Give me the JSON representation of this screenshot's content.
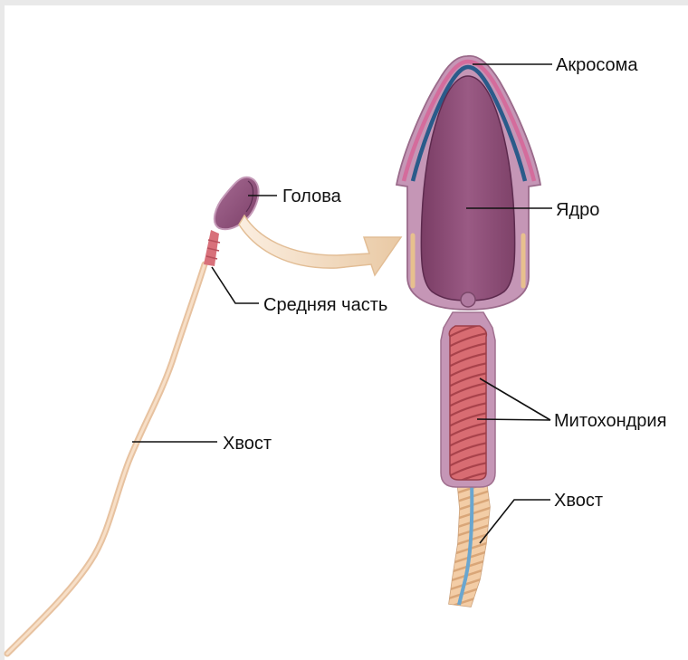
{
  "labels": {
    "head": "Голова",
    "midpiece": "Средняя часть",
    "tail_left": "Хвост",
    "acrosome": "Акросома",
    "nucleus": "Ядро",
    "mitochondria": "Митохондрия",
    "tail_right": "Хвост"
  },
  "colors": {
    "membrane": "#b388a6",
    "nucleus": "#8a4a73",
    "acrosome_blue": "#2a5b8a",
    "acrosome_pink": "#d06a98",
    "mitochondria": "#d06a6e",
    "tail": "#f0c8a2",
    "arrow": "#f3dcc0"
  }
}
